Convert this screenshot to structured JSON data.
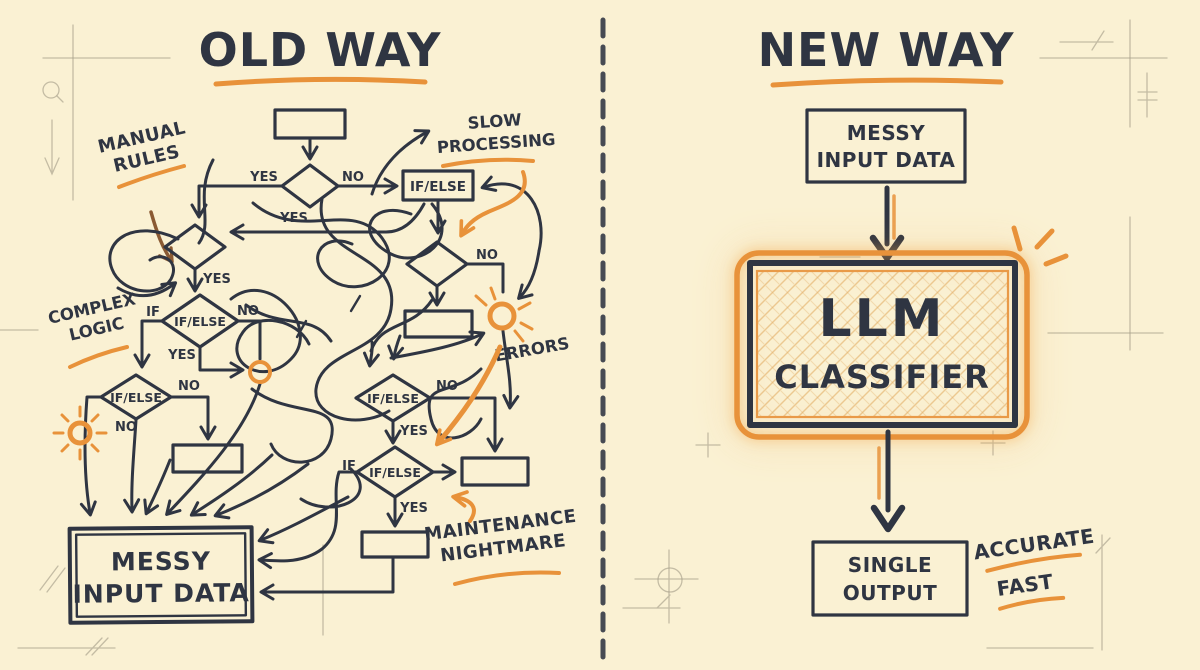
{
  "palette": {
    "background": "#faf1d3",
    "ink": "#2f3542",
    "accent": "#e8923a",
    "accent_soft": "#e0a658",
    "brown": "#8a5a33",
    "faint": "#a8a08a"
  },
  "left": {
    "title": "OLD WAY",
    "annotations": {
      "manual_rules": [
        "MANUAL",
        "RULES"
      ],
      "slow_processing": [
        "SLOW",
        "PROCESSING"
      ],
      "complex_logic": [
        "COMPLEX",
        "LOGIC"
      ],
      "errors": "ERRORS",
      "maintenance_nightmare": [
        "MAINTENANCE",
        "NIGHTMARE"
      ]
    },
    "node_labels": {
      "if_else": "IF/ELSE"
    },
    "edge_labels": {
      "yes": "YES",
      "no": "NO",
      "if": "IF"
    },
    "messy_box": [
      "MESSY",
      "INPUT DATA"
    ]
  },
  "right": {
    "title": "NEW WAY",
    "input_box": [
      "MESSY",
      "INPUT DATA"
    ],
    "classifier_box": [
      "LLM",
      "CLASSIFIER"
    ],
    "output_box": [
      "SINGLE",
      "OUTPUT"
    ],
    "benefits": [
      "ACCURATE",
      "FAST"
    ]
  }
}
